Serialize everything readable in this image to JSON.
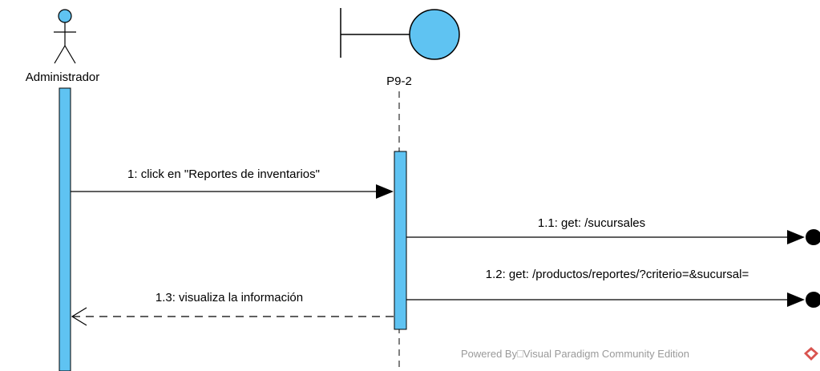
{
  "actors": {
    "administrador": {
      "label": "Administrador"
    },
    "p9_2": {
      "label": "P9-2"
    }
  },
  "messages": [
    {
      "id": "m1",
      "label": "1: click en \"Reportes de inventarios\"",
      "kind": "sync"
    },
    {
      "id": "m1_1",
      "label": "1.1: get: /sucursales",
      "kind": "lost"
    },
    {
      "id": "m1_2",
      "label": "1.2: get: /productos/reportes/?criterio=&sucursal=",
      "kind": "lost"
    },
    {
      "id": "m1_3",
      "label": "1.3: visualiza la información",
      "kind": "return"
    }
  ],
  "watermark": {
    "text": "Powered By⎕Visual Paradigm Community Edition"
  },
  "colors": {
    "activation_fill": "#5fc3f2",
    "boundary_fill": "#5fc3f2",
    "actor_fill": "#5fc3f2",
    "line": "#000000",
    "logo": "#d9534f"
  }
}
